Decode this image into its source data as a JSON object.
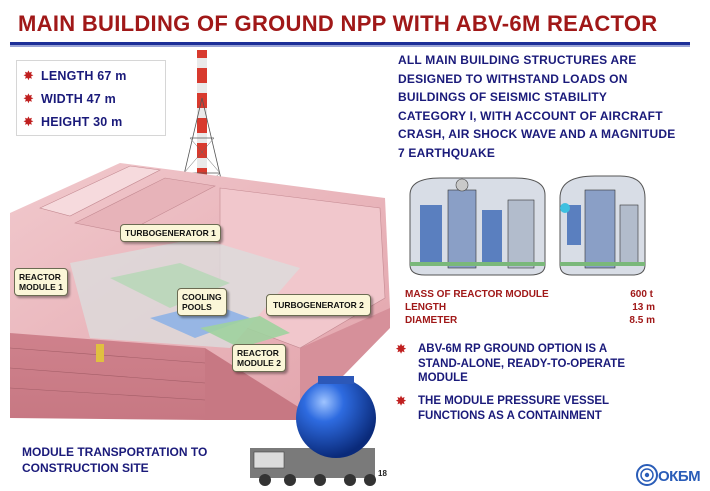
{
  "title": "MAIN BUILDING OF GROUND NPP WITH ABV-6M REACTOR",
  "dimensions": [
    {
      "text": "LENGTH 67 m"
    },
    {
      "text": "WIDTH 47 m"
    },
    {
      "text": "HEIGHT 30 m"
    }
  ],
  "description_lines": [
    "ALL MAIN BUILDING STRUCTURES ARE",
    "DESIGNED TO WITHSTAND LOADS ON",
    "BUILDINGS OF SEISMIC STABILITY",
    "CATEGORY I, WITH ACCOUNT OF AIRCRAFT",
    "CRASH, AIR SHOCK WAVE AND A MAGNITUDE",
    "7 EARTHQUAKE"
  ],
  "labels": {
    "turbogenerator1": "TURBOGENERATOR 1",
    "reactor_module1_l1": "REACTOR",
    "reactor_module1_l2": "MODULE 1",
    "cooling_l1": "COOLING",
    "cooling_l2": "POOLS",
    "turbogenerator2": "TURBOGENERATOR 2",
    "reactor_module2_l1": "REACTOR",
    "reactor_module2_l2": "MODULE 2"
  },
  "specs": [
    {
      "key": "MASS OF REACTOR MODULE",
      "value": "600 t"
    },
    {
      "key": "LENGTH",
      "value": "13 m"
    },
    {
      "key": "DIAMETER",
      "value": "8.5 m"
    }
  ],
  "bullets": [
    {
      "lines": [
        "ABV-6M RP GROUND OPTION  IS A",
        "STAND-ALONE, READY-TO-OPERATE",
        "MODULE"
      ]
    },
    {
      "lines": [
        "THE MODULE PRESSURE VESSEL",
        "FUNCTIONS AS A CONTAINMENT"
      ]
    }
  ],
  "transport_lines": [
    "MODULE TRANSPORTATION TO",
    "CONSTRUCTION SITE"
  ],
  "page_number": "18",
  "logo_text": "ОКБМ",
  "colors": {
    "title": "#a01818",
    "text_blue": "#1a1a7a",
    "bullet_star": "#c02020",
    "rule": "#1c2f98",
    "wall_pink": "#e6a8b0",
    "sphere_blue": "#1a4fc8"
  },
  "icons": {
    "bullet": "star-bullet-icon",
    "logo": "okbm-logo-icon"
  }
}
